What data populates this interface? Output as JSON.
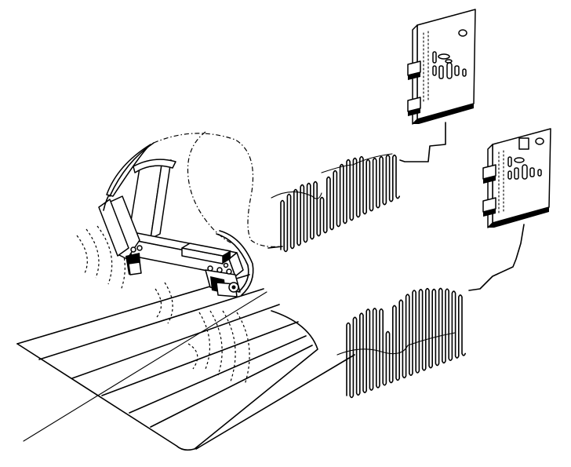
{
  "figure": {
    "components": [
      "pavement-surface",
      "lane-markings",
      "sensor-bar",
      "left-sensor-head",
      "right-sensor-head",
      "sensor-cable",
      "signal-waveform-upper",
      "signal-waveform-lower",
      "circuit-board-upper",
      "circuit-board-lower"
    ]
  }
}
